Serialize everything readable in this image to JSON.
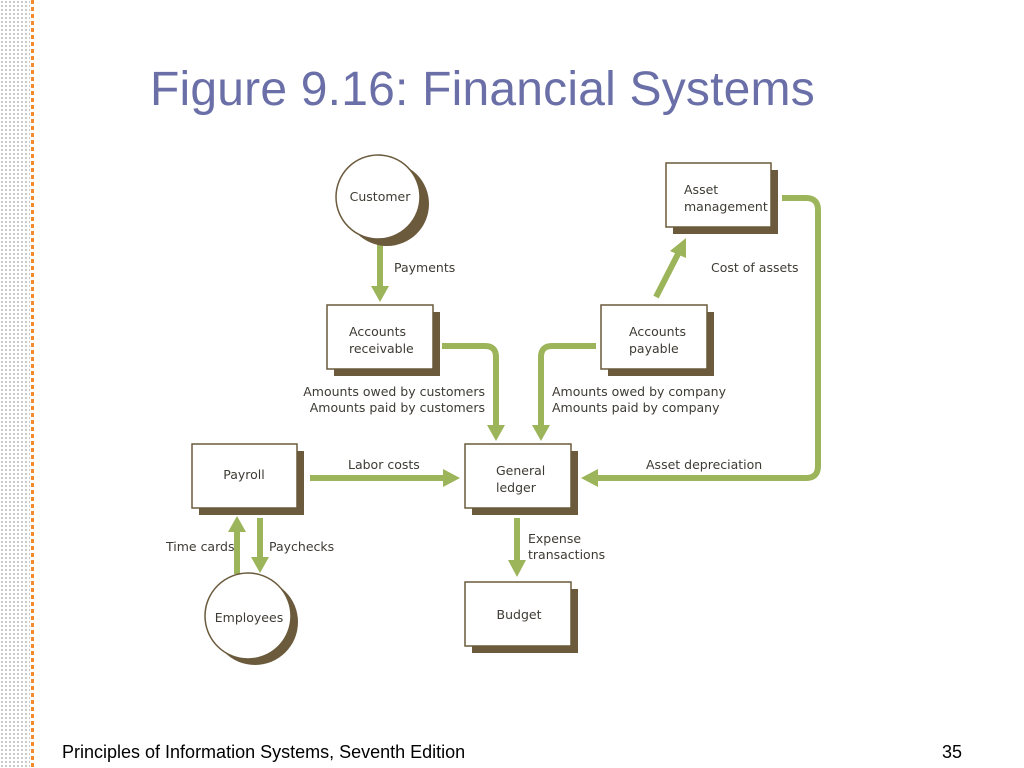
{
  "slide": {
    "title": "Figure 9.16: Financial Systems",
    "footer_left": "Principles of Information Systems, Seventh Edition",
    "page_number": "35",
    "accent_color": "#6a6fa8",
    "rule_color": "#f28a2e"
  },
  "diagram": {
    "arrow_color": "#9cb45a",
    "node_shadow_color": "#6b5a3c",
    "nodes": {
      "customer": {
        "lines": [
          "Customer"
        ],
        "shape": "circle"
      },
      "employees": {
        "lines": [
          "Employees"
        ],
        "shape": "circle"
      },
      "accounts_receivable": {
        "lines": [
          "Accounts",
          "receivable"
        ],
        "shape": "box"
      },
      "accounts_payable": {
        "lines": [
          "Accounts",
          "payable"
        ],
        "shape": "box"
      },
      "asset_management": {
        "lines": [
          "Asset",
          "management"
        ],
        "shape": "box"
      },
      "payroll": {
        "lines": [
          "Payroll"
        ],
        "shape": "box"
      },
      "general_ledger": {
        "lines": [
          "General",
          "ledger"
        ],
        "shape": "box"
      },
      "budget": {
        "lines": [
          "Budget"
        ],
        "shape": "box"
      }
    },
    "flows": {
      "payments": {
        "lines": [
          "Payments"
        ],
        "from": "Customer",
        "to": "Accounts receivable"
      },
      "cost_of_assets": {
        "lines": [
          "Cost of assets"
        ],
        "from": "Accounts payable",
        "to": "Asset management"
      },
      "receivable_to_ledger": {
        "lines": [
          "Amounts owed by customers",
          "Amounts paid by customers"
        ],
        "from": "Accounts receivable",
        "to": "General ledger"
      },
      "payable_to_ledger": {
        "lines": [
          "Amounts owed by company",
          "Amounts paid by company"
        ],
        "from": "Accounts payable",
        "to": "General ledger"
      },
      "labor_costs": {
        "lines": [
          "Labor costs"
        ],
        "from": "Payroll",
        "to": "General ledger"
      },
      "asset_depreciation": {
        "lines": [
          "Asset depreciation"
        ],
        "from": "Asset management",
        "to": "General ledger"
      },
      "time_cards": {
        "lines": [
          "Time cards"
        ],
        "from": "Employees",
        "to": "Payroll"
      },
      "paychecks": {
        "lines": [
          "Paychecks"
        ],
        "from": "Payroll",
        "to": "Employees"
      },
      "expense_transactions": {
        "lines": [
          "Expense",
          "transactions"
        ],
        "from": "General ledger",
        "to": "Budget"
      }
    }
  }
}
